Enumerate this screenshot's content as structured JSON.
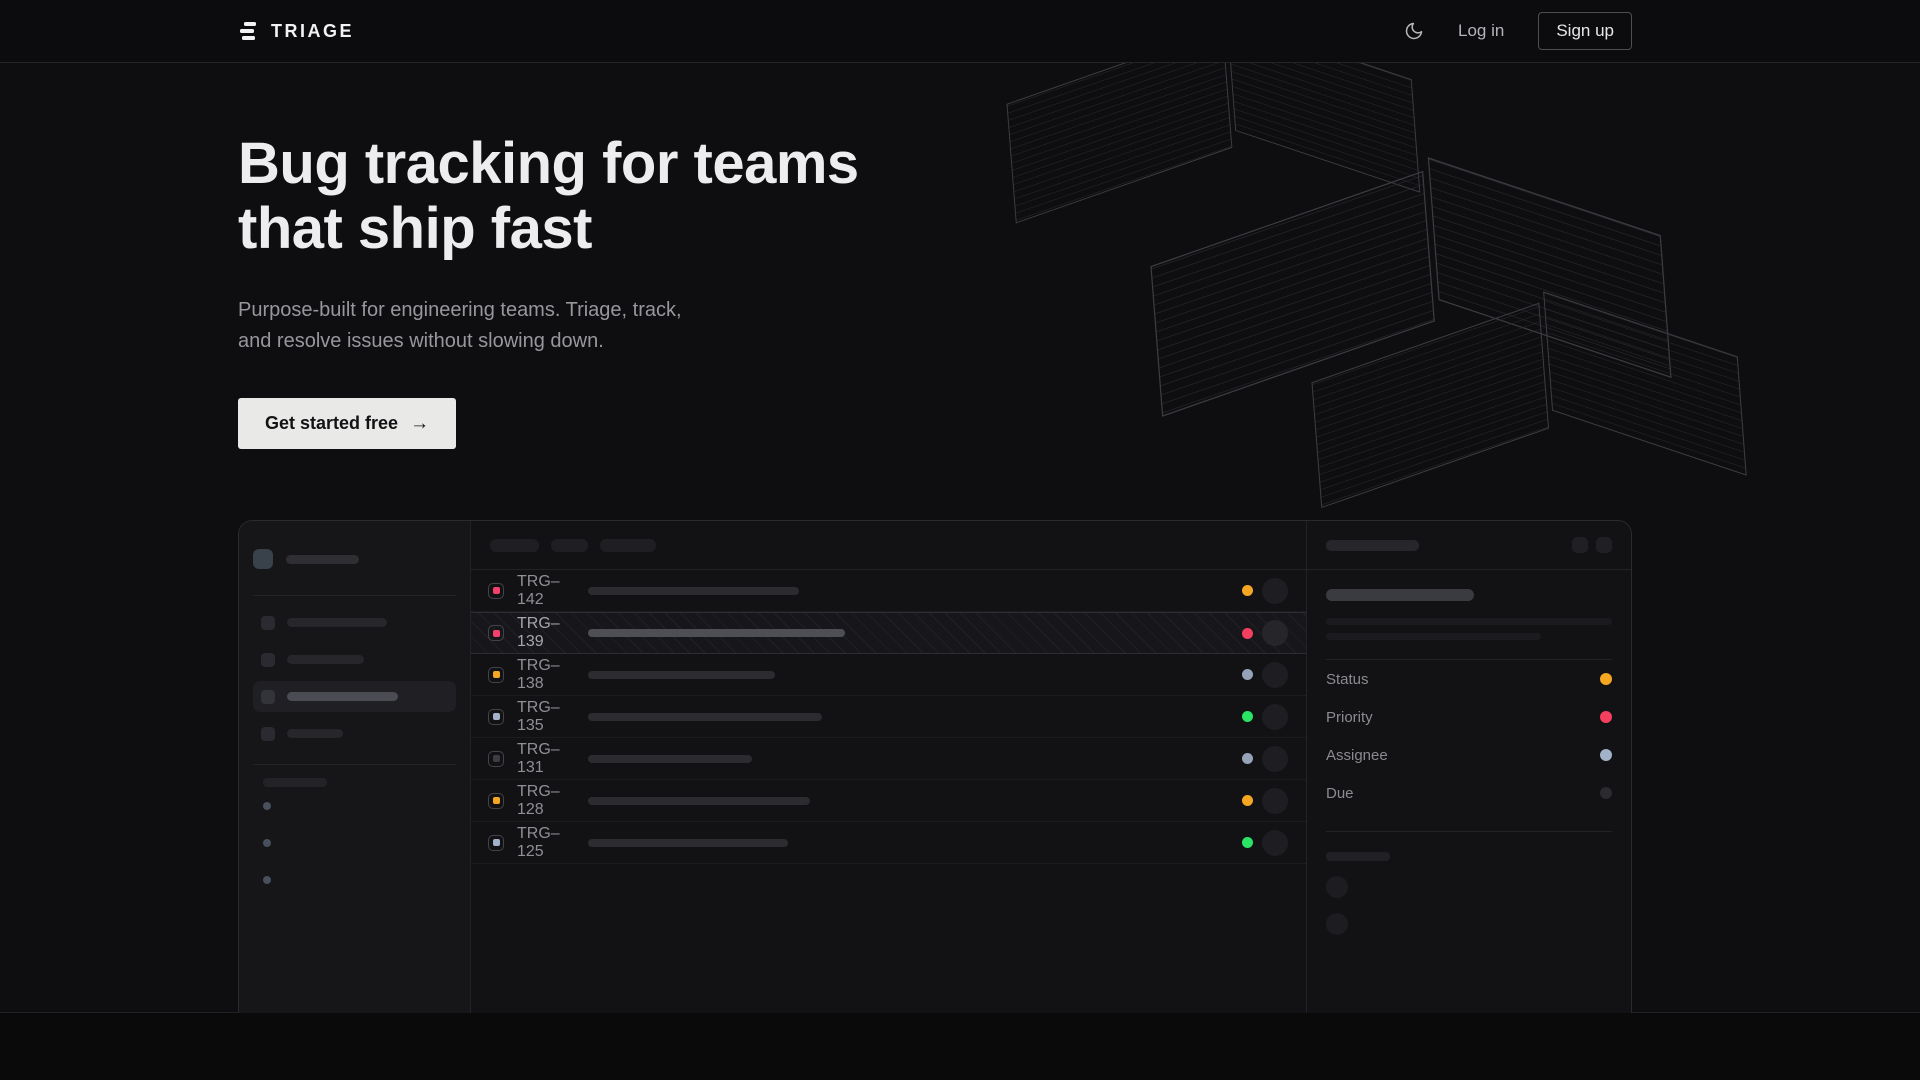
{
  "nav": {
    "brand": "TRIAGE",
    "login_label": "Log in",
    "signup_label": "Sign up",
    "theme_icon": "moon-icon"
  },
  "hero": {
    "headline_line1": "Bug tracking for teams",
    "headline_line2": "that ship fast",
    "subtitle": "Purpose-built for engineering teams. Triage, track, and resolve issues without slowing down.",
    "cta_label": "Get started free",
    "cta_arrow": "→"
  },
  "mockup": {
    "issues": [
      {
        "id": "TRG–142",
        "icon_color": "#f2416b",
        "status_color": "#f5a623",
        "title_width": 211,
        "selected": false
      },
      {
        "id": "TRG–139",
        "icon_color": "#f2416b",
        "status_color": "#f43f5e",
        "title_width": 257,
        "selected": true
      },
      {
        "id": "TRG–138",
        "icon_color": "#f5a623",
        "status_color": "#94a3b8",
        "title_width": 187,
        "selected": false
      },
      {
        "id": "TRG–135",
        "icon_color": "#a2b2c8",
        "status_color": "#2be364",
        "title_width": 234,
        "selected": false
      },
      {
        "id": "TRG–131",
        "icon_color": "#3c3c42",
        "status_color": "#94a3b8",
        "title_width": 164,
        "selected": false
      },
      {
        "id": "TRG–128",
        "icon_color": "#f5a623",
        "status_color": "#f5a623",
        "title_width": 222,
        "selected": false
      },
      {
        "id": "TRG–125",
        "icon_color": "#a2b2c8",
        "status_color": "#2be364",
        "title_width": 200,
        "selected": false
      }
    ],
    "detail": {
      "fields": [
        {
          "label": "Status",
          "color": "#f5a623"
        },
        {
          "label": "Priority",
          "color": "#f43f5e"
        },
        {
          "label": "Assignee",
          "color": "#a2b2c8"
        },
        {
          "label": "Due",
          "color": "#2a2a2f"
        }
      ]
    }
  },
  "colors": {
    "accent_orange": "#f5a623",
    "accent_pink": "#f43f5e",
    "accent_green": "#2be364",
    "accent_blue_gray": "#a2b2c8",
    "cta_background": "#e9e9e7",
    "page_background": "#0e0e10"
  }
}
